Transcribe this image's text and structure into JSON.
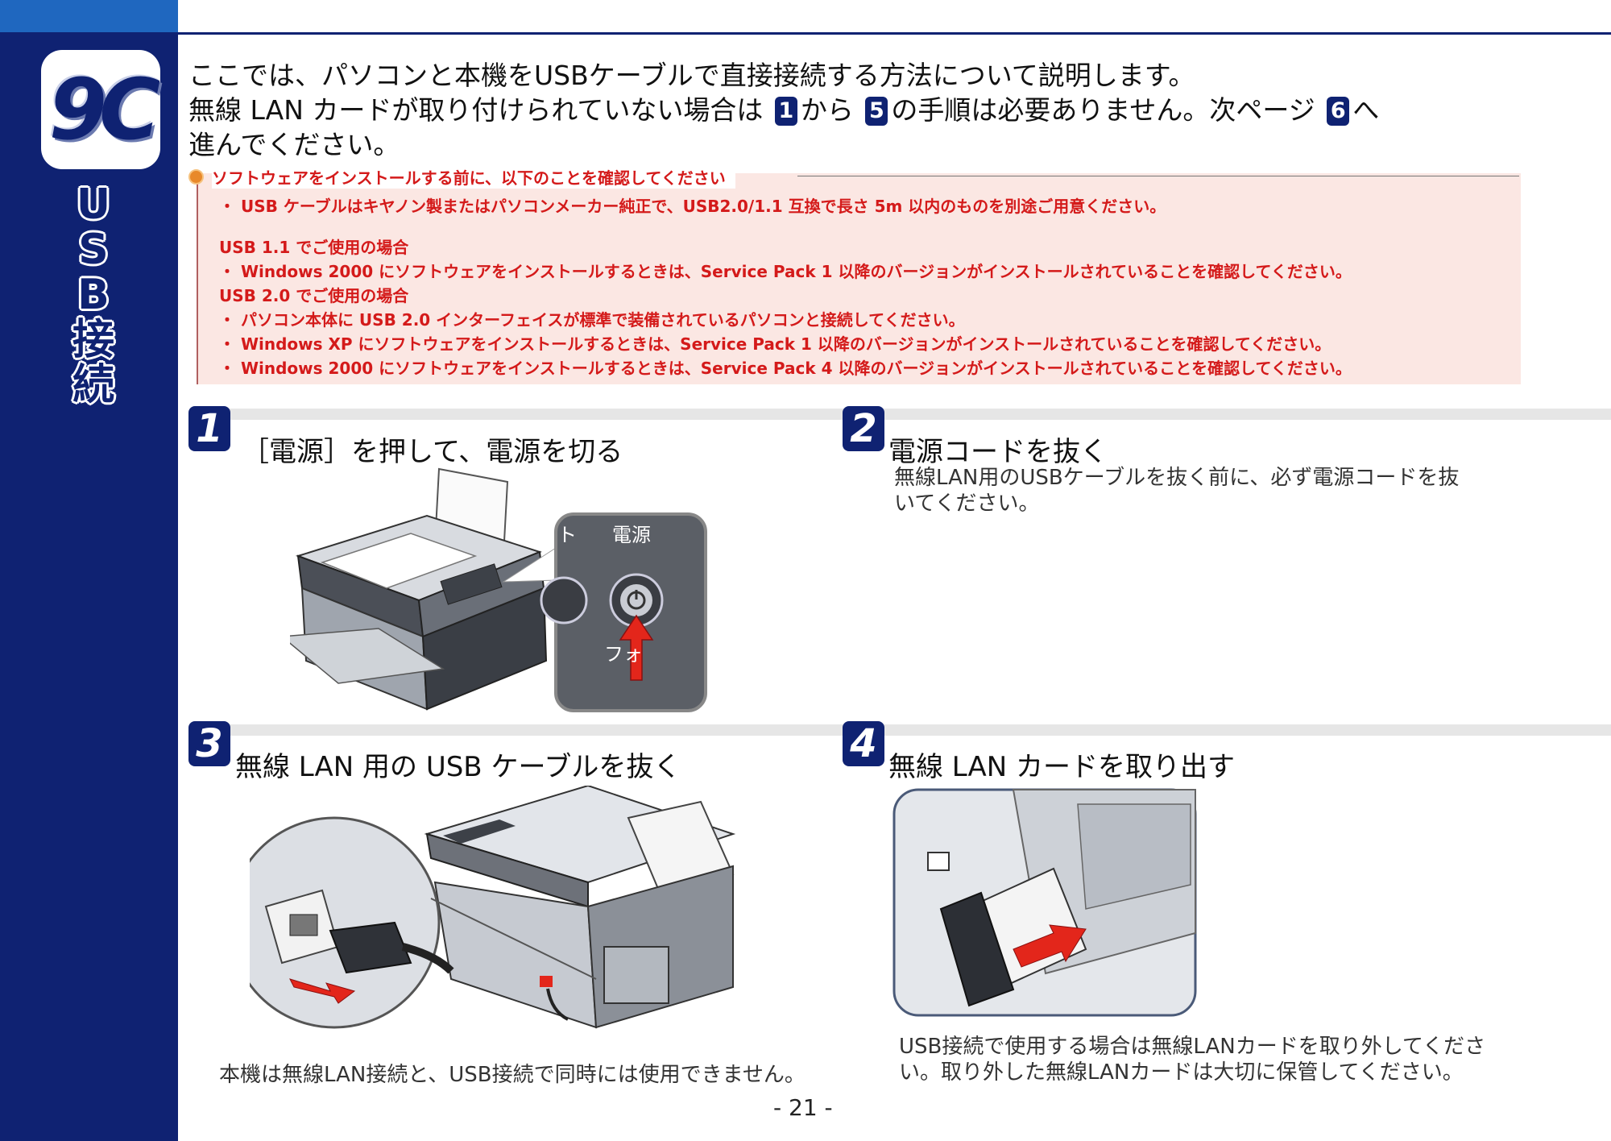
{
  "section": {
    "badge": "9C",
    "title_chars": [
      "U",
      "S",
      "B",
      "接",
      "続"
    ]
  },
  "intro": {
    "line1": "ここでは、パソコンと本機をUSBケーブルで直接接続する方法について説明します。",
    "line2_a": "無線 LAN カードが取り付けられていない場合は",
    "line2_n1": "1",
    "line2_b": "から",
    "line2_n2": "5",
    "line2_c": "の手順は必要ありません。次ページ",
    "line2_n3": "6",
    "line2_d": "へ",
    "line3": "進んでください。"
  },
  "note": {
    "title": "ソフトウェアをインストールする前に、以下のことを確認してください",
    "lines": [
      "・ USB ケーブルはキヤノン製またはパソコンメーカー純正で、USB2.0/1.1 互換で長さ 5m 以内のものを別途ご用意ください。",
      "USB 1.1 でご使用の場合",
      "・ Windows 2000 にソフトウェアをインストールするときは、Service Pack 1 以降のバージョンがインストールされていることを確認してください。",
      "USB 2.0 でご使用の場合",
      "・ パソコン本体に USB 2.0 インターフェイスが標準で装備されているパソコンと接続してください。",
      "・ Windows XP にソフトウェアをインストールするときは、Service Pack 1 以降のバージョンがインストールされていることを確認してください。",
      "・ Windows 2000 にソフトウェアをインストールするときは、Service Pack 4 以降のバージョンがインストールされていることを確認してください。"
    ]
  },
  "steps": [
    {
      "num": "1",
      "title": "［電源］を押して、電源を切る",
      "callout_label": "電源",
      "callout_left": "ト",
      "callout_bottom": "フォ"
    },
    {
      "num": "2",
      "title": "電源コードを抜く",
      "body_1": "無線LAN用のUSBケーブルを抜く前に、必ず電源コードを抜",
      "body_2": "いてください。"
    },
    {
      "num": "3",
      "title": "無線 LAN 用の USB ケーブルを抜く",
      "body": "本機は無線LAN接続と、USB接続で同時には使用できません。"
    },
    {
      "num": "4",
      "title": "無線 LAN カードを取り出す",
      "body_1": "USB接続で使用する場合は無線LANカードを取り外してくださ",
      "body_2": "い。取り外した無線LANカードは大切に保管してください。"
    }
  ],
  "page": {
    "number": "- 21 -"
  },
  "colors": {
    "navy": "#0f2272",
    "topbar": "#1f67bf",
    "note_bg": "#fbe7e3",
    "note_text": "#d41a1a",
    "arrow_red": "#e3261b"
  }
}
